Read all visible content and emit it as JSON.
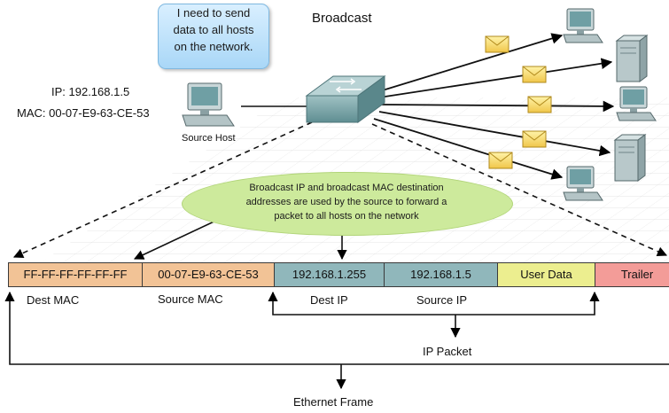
{
  "title": "Broadcast",
  "speech_bubble": [
    "I need to send",
    "data to all hosts",
    "on the network."
  ],
  "source": {
    "ip_line": "IP: 192.168.1.5",
    "mac_line": "MAC: 00-07-E9-63-CE-53",
    "label": "Source Host"
  },
  "note": [
    "Broadcast IP and broadcast MAC destination",
    "addresses are used by the source to forward a",
    "packet to all hosts on the network"
  ],
  "frame_fields": [
    {
      "value": "FF-FF-FF-FF-FF-FF",
      "color": "#f2c396"
    },
    {
      "value": "00-07-E9-63-CE-53",
      "color": "#f2c396"
    },
    {
      "value": "192.168.1.255",
      "color": "#90b7bb"
    },
    {
      "value": "192.168.1.5",
      "color": "#90b7bb"
    },
    {
      "value": "User Data",
      "color": "#ecee8f"
    },
    {
      "value": "Trailer",
      "color": "#f39c98"
    }
  ],
  "field_captions": {
    "dest_mac": "Dest MAC",
    "source_mac": "Source MAC",
    "dest_ip": "Dest IP",
    "source_ip": "Source IP"
  },
  "group_labels": {
    "ip_packet": "IP Packet",
    "ethernet_frame": "Ethernet Frame"
  },
  "icons": [
    "source-pc-icon",
    "switch-icon",
    "envelope-icon",
    "pc-icon",
    "server-icon"
  ]
}
